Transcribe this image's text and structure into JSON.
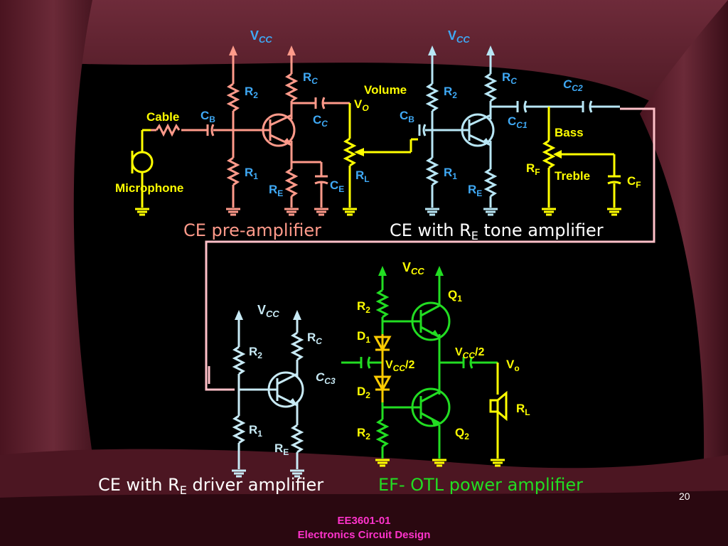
{
  "colors": {
    "background": "#000000",
    "frame_maroon": "#5a1a28",
    "preamp": "#ff9a8a",
    "tone": "#b8e6f5",
    "driver": "#c8eaf5",
    "power": "#22dd22",
    "yellow": "#ffff00",
    "label_cyan": "#3fa9f5",
    "footer": "#ff33cc"
  },
  "labels": {
    "vcc": "V",
    "vcc_sub": "CC",
    "r": "R",
    "c": "C",
    "sub_1": "1",
    "sub_2": "2",
    "sub_c": "C",
    "sub_e": "E",
    "sub_b": "B",
    "sub_l": "L",
    "sub_o": "O",
    "sub_o_lower": "o",
    "sub_f": "F",
    "sub_c1": "C1",
    "sub_c2": "C2",
    "sub_c3": "C3",
    "cable": "Cable",
    "microphone": "Microphone",
    "volume": "Volume",
    "bass": "Bass",
    "treble": "Treble",
    "d": "D",
    "q": "Q",
    "half": "/2"
  },
  "captions": {
    "preamp": "CE pre-amplifier",
    "tone_a": "CE with R",
    "tone_sub": "E",
    "tone_b": " tone amplifier",
    "driver_a": "CE with R",
    "driver_sub": "E",
    "driver_b": " driver amplifier",
    "power": "EF- OTL power amplifier"
  },
  "page_number": "20",
  "footer": {
    "course": "EE3601-01",
    "title": "Electronics Circuit Design"
  }
}
